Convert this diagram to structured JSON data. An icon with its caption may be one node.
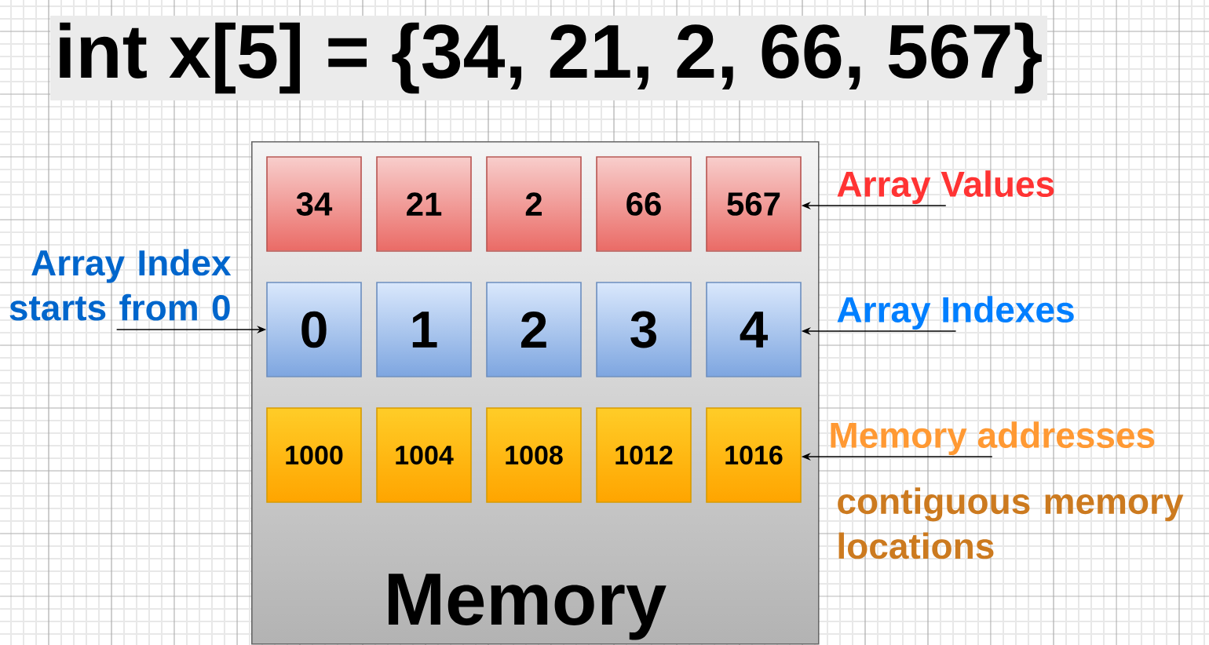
{
  "diagram": {
    "title": "int x[5] = {34, 21, 2, 66, 567}",
    "nodes": [
      {
        "text": [
          "Memory"
        ]
      },
      {
        "text": [
          "34"
        ],
        "in": 0
      },
      {
        "text": [
          "21"
        ],
        "in": 0
      },
      {
        "text": [
          "2"
        ],
        "in": 0
      },
      {
        "text": [
          "66"
        ],
        "in": 0
      },
      {
        "text": [
          "567"
        ],
        "in": 0
      },
      {
        "text": [
          "0"
        ],
        "in": 0
      },
      {
        "text": [
          "1"
        ],
        "in": 0
      },
      {
        "text": [
          "2"
        ],
        "in": 0
      },
      {
        "text": [
          "3"
        ],
        "in": 0
      },
      {
        "text": [
          "4"
        ],
        "in": 0
      },
      {
        "text": [
          "1000"
        ],
        "in": 0
      },
      {
        "text": [
          "1004"
        ],
        "in": 0
      },
      {
        "text": [
          "1008"
        ],
        "in": 0
      },
      {
        "text": [
          "1012"
        ],
        "in": 0
      },
      {
        "text": [
          "1016"
        ],
        "in": 0
      },
      {
        "text": [
          "Array Values"
        ]
      },
      {
        "text": [
          "Array Index starts from 0"
        ]
      },
      {
        "text": [
          "Array Indexes"
        ]
      },
      {
        "text": [
          "Memory addresses"
        ]
      }
    ],
    "edges": [
      {
        "from": 16,
        "to": 5,
        "arrow": "to"
      },
      {
        "from": 17,
        "to": 6,
        "arrow": "to"
      },
      {
        "from": 18,
        "to": 10,
        "arrow": "to"
      },
      {
        "from": 19,
        "to": 15,
        "arrow": "to"
      }
    ],
    "labels": [
      "contiguous memory locations"
    ]
  }
}
